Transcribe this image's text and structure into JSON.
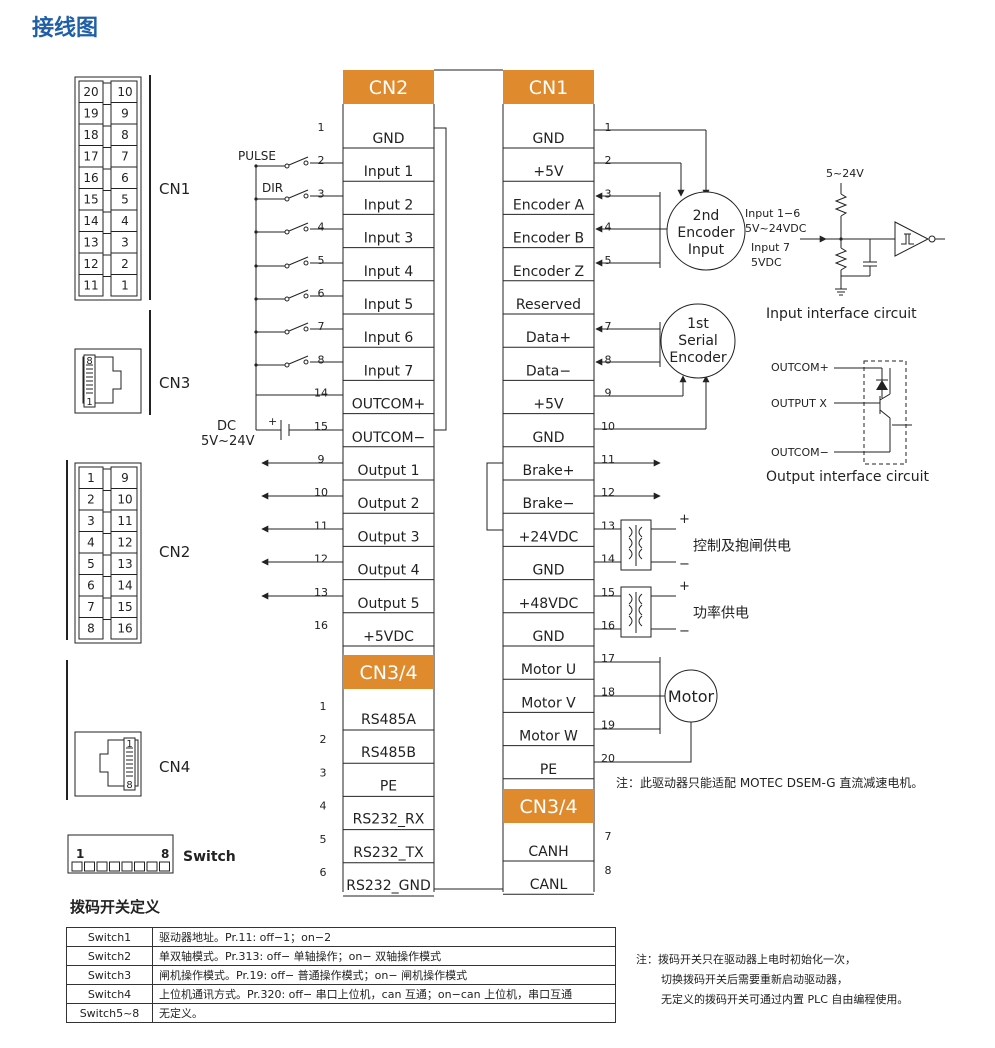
{
  "title": "接线图",
  "colors": {
    "header_fill": "#e08a2e",
    "title_color": "#1f5fa8",
    "line": "#222222"
  },
  "cn2": {
    "header": "CN2",
    "rows": [
      {
        "label": "GND",
        "pin": "1"
      },
      {
        "label": "Input 1",
        "pin": "2"
      },
      {
        "label": "Input 2",
        "pin": "3"
      },
      {
        "label": "Input 3",
        "pin": "4"
      },
      {
        "label": "Input 4",
        "pin": "5"
      },
      {
        "label": "Input 5",
        "pin": "6"
      },
      {
        "label": "Input 6",
        "pin": "7"
      },
      {
        "label": "Input 7",
        "pin": "8"
      },
      {
        "label": "OUTCOM+",
        "pin": "14"
      },
      {
        "label": "OUTCOM−",
        "pin": "15"
      },
      {
        "label": "Output 1",
        "pin": "9"
      },
      {
        "label": "Output 2",
        "pin": "10"
      },
      {
        "label": "Output 3",
        "pin": "11"
      },
      {
        "label": "Output 4",
        "pin": "12"
      },
      {
        "label": "Output 5",
        "pin": "13"
      },
      {
        "label": "+5VDC",
        "pin": "16"
      }
    ]
  },
  "cn34_left": {
    "header": "CN3/4",
    "rows": [
      {
        "label": "RS485A",
        "pin": "1"
      },
      {
        "label": "RS485B",
        "pin": "2"
      },
      {
        "label": "PE",
        "pin": "3"
      },
      {
        "label": "RS232_RX",
        "pin": "4"
      },
      {
        "label": "RS232_TX",
        "pin": "5"
      },
      {
        "label": "RS232_GND",
        "pin": "6"
      }
    ]
  },
  "cn1": {
    "header": "CN1",
    "rows": [
      {
        "label": "GND",
        "pin": "1"
      },
      {
        "label": "+5V",
        "pin": "2"
      },
      {
        "label": "Encoder A",
        "pin": "3"
      },
      {
        "label": "Encoder B",
        "pin": "4"
      },
      {
        "label": "Encoder Z",
        "pin": "5"
      },
      {
        "label": "Reserved",
        "pin": ""
      },
      {
        "label": "Data+",
        "pin": "7"
      },
      {
        "label": "Data−",
        "pin": "8"
      },
      {
        "label": "+5V",
        "pin": "9"
      },
      {
        "label": "GND",
        "pin": "10"
      },
      {
        "label": "Brake+",
        "pin": "11"
      },
      {
        "label": "Brake−",
        "pin": "12"
      },
      {
        "label": "+24VDC",
        "pin": "13"
      },
      {
        "label": "GND",
        "pin": "14"
      },
      {
        "label": "+48VDC",
        "pin": "15"
      },
      {
        "label": "GND",
        "pin": "16"
      },
      {
        "label": "Motor U",
        "pin": "17"
      },
      {
        "label": "Motor V",
        "pin": "18"
      },
      {
        "label": "Motor W",
        "pin": "19"
      },
      {
        "label": "PE",
        "pin": "20"
      }
    ]
  },
  "cn34_right": {
    "header": "CN3/4",
    "rows": [
      {
        "label": "CANH",
        "pin": "7"
      },
      {
        "label": "CANL",
        "pin": "8"
      }
    ]
  },
  "left_labels": {
    "pulse": "PULSE",
    "dir": "DIR",
    "dc": "DC",
    "dc_voltage": "5V~24V",
    "plus": "+"
  },
  "encoder2": [
    "2nd",
    "Encoder",
    "Input"
  ],
  "encoder1": [
    "1st",
    "Serial",
    "Encoder"
  ],
  "motor": "Motor",
  "power_control": "控制及抱闸供电",
  "power_main": "功率供电",
  "note_motor": "注：此驱动器只能适配 MOTEC DSEM-G 直流减速电机。",
  "input_circuit": {
    "title": "Input interface circuit",
    "supply": "5~24V",
    "range1": "Input 1−6",
    "range1_v": "5V~24VDC",
    "range2": "Input 7",
    "range2_v": "5VDC"
  },
  "output_circuit": {
    "title": "Output interface circuit",
    "outcom_plus": "OUTCOM+",
    "output_x": "OUTPUT X",
    "outcom_minus": "OUTCOM−"
  },
  "connectors": {
    "cn1": {
      "label": "CN1",
      "rows": [
        [
          "20",
          "10"
        ],
        [
          "19",
          "9"
        ],
        [
          "18",
          "8"
        ],
        [
          "17",
          "7"
        ],
        [
          "16",
          "6"
        ],
        [
          "15",
          "5"
        ],
        [
          "14",
          "4"
        ],
        [
          "13",
          "3"
        ],
        [
          "12",
          "2"
        ],
        [
          "11",
          "1"
        ]
      ]
    },
    "cn3": {
      "label": "CN3",
      "top": "8",
      "bottom": "1"
    },
    "cn2": {
      "label": "CN2",
      "rows": [
        [
          "1",
          "9"
        ],
        [
          "2",
          "10"
        ],
        [
          "3",
          "11"
        ],
        [
          "4",
          "12"
        ],
        [
          "5",
          "13"
        ],
        [
          "6",
          "14"
        ],
        [
          "7",
          "15"
        ],
        [
          "8",
          "16"
        ]
      ]
    },
    "cn4": {
      "label": "CN4",
      "top": "1",
      "bottom": "8"
    },
    "switch": {
      "label": "Switch",
      "left": "1",
      "right": "8"
    }
  },
  "switch_section": {
    "title": "拨码开关定义",
    "rows": [
      {
        "key": "Switch1",
        "desc": "驱动器地址。Pr.11: off−1；on−2"
      },
      {
        "key": "Switch2",
        "desc": "单双轴模式。Pr.313: off− 单轴操作；on− 双轴操作模式"
      },
      {
        "key": "Switch3",
        "desc": "闸机操作模式。Pr.19: off− 普通操作模式；on− 闸机操作模式"
      },
      {
        "key": "Switch4",
        "desc": "上位机通讯方式。Pr.320: off− 串口上位机，can 互通；on−can 上位机，串口互通"
      },
      {
        "key": "Switch5~8",
        "desc": "无定义。"
      }
    ],
    "note": [
      "注：拨码开关只在驱动器上电时初始化一次，",
      "切换拨码开关后需要重新启动驱动器，",
      "无定义的拨码开关可通过内置 PLC 自由编程使用。"
    ]
  }
}
